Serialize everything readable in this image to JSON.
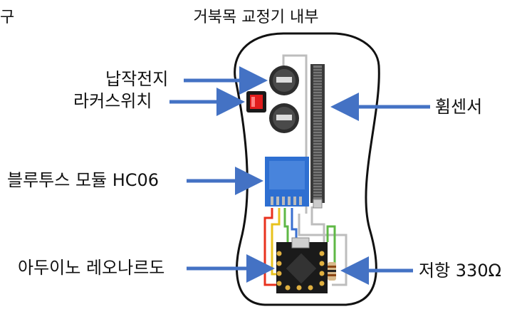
{
  "header": {
    "corner_char": "구",
    "title": "거북목 교정기 내부"
  },
  "labels": {
    "battery": "납작전지",
    "rocker_switch": "라커스위치",
    "flex_sensor": "휨센서",
    "bluetooth": "블루투스 모듈 HC06",
    "arduino": "아두이노 레오나르도",
    "resistor": "저항 330Ω"
  },
  "colors": {
    "arrow": "#4472c4",
    "wire_red": "#e8321e",
    "wire_green": "#5fb846",
    "wire_blue": "#3a6fd0",
    "wire_yellow": "#e8c21e",
    "wire_gray": "#bdbdbd",
    "module_blue": "#2e6fd1",
    "switch_red": "#e11d1d"
  }
}
